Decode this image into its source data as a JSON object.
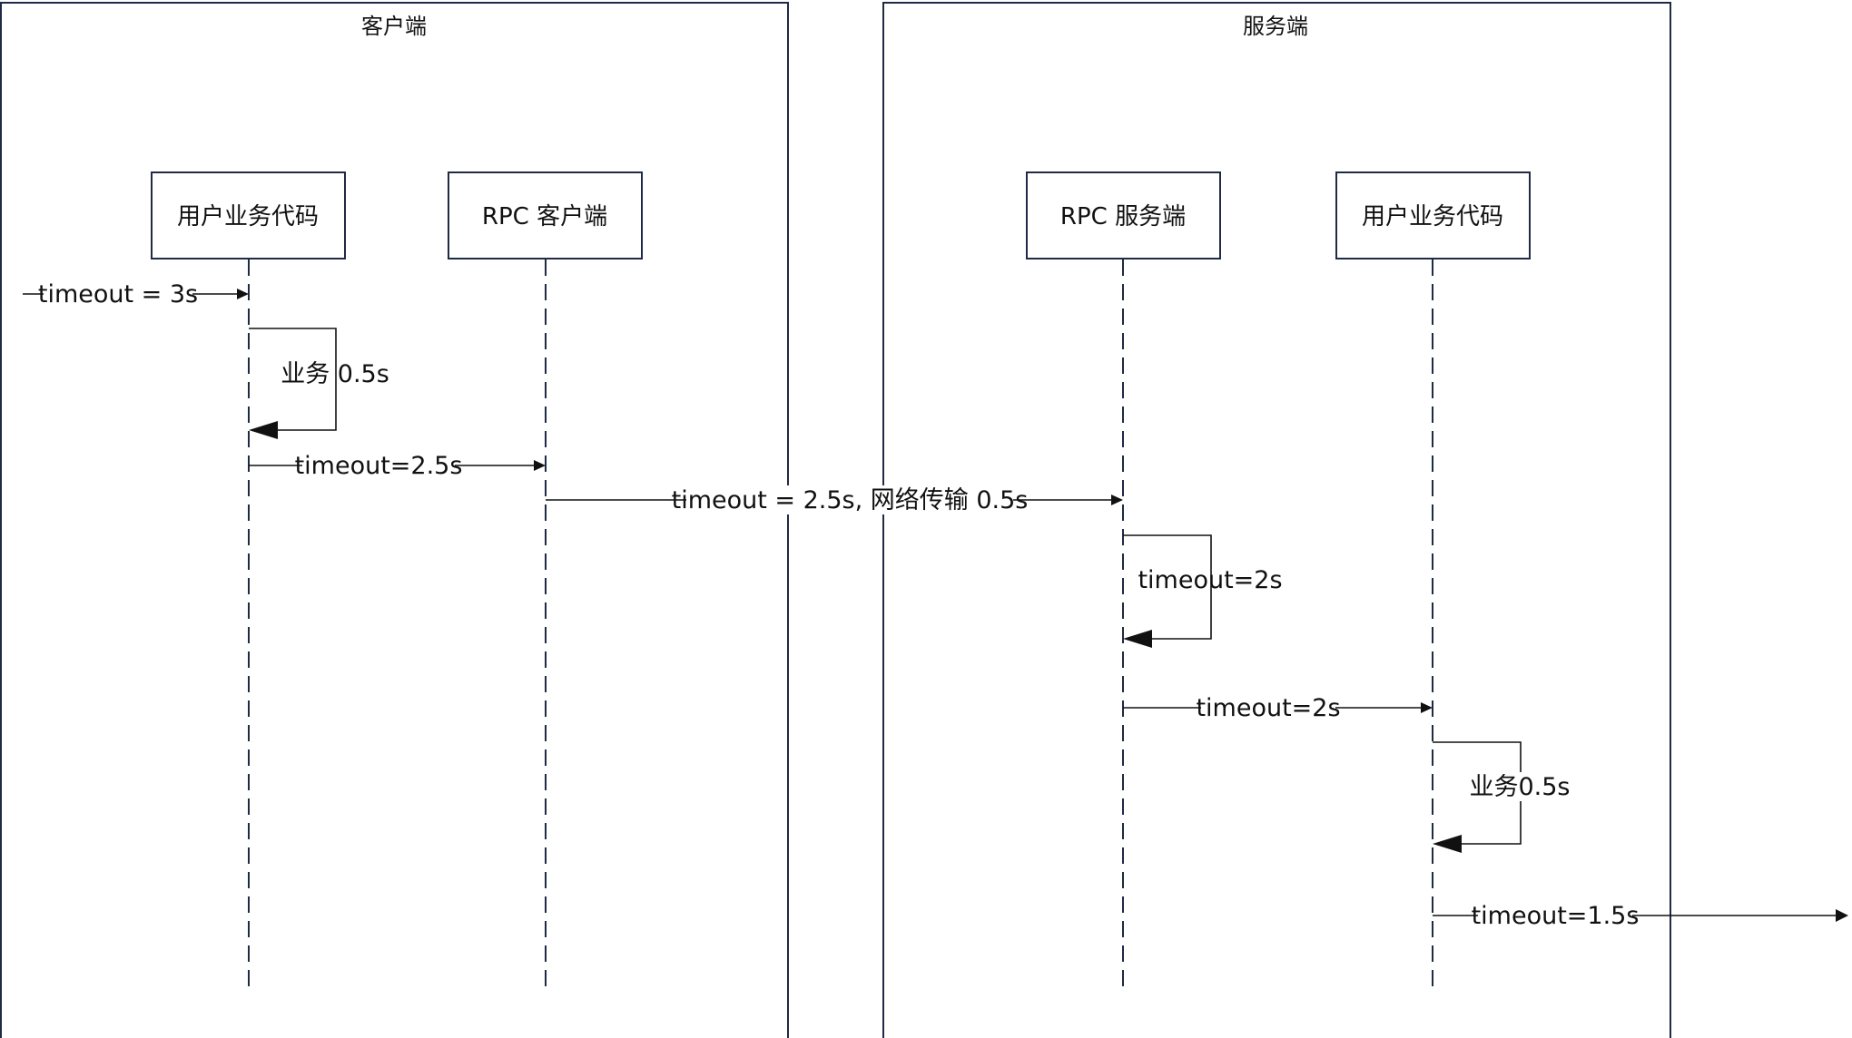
{
  "frames": {
    "client": {
      "title": "客户端"
    },
    "server": {
      "title": "服务端"
    }
  },
  "actors": {
    "client_user": {
      "label": "用户业务代码"
    },
    "client_rpc": {
      "label": "RPC 客户端"
    },
    "server_rpc": {
      "label": "RPC 服务端"
    },
    "server_user": {
      "label": "用户业务代码"
    }
  },
  "messages": {
    "incoming": {
      "label": "timeout = 3s"
    },
    "client_business": {
      "label": "业务 0.5s"
    },
    "user_to_rpc": {
      "label": "timeout=2.5s"
    },
    "network": {
      "label": "timeout = 2.5s, 网络传输 0.5s"
    },
    "server_self": {
      "label": "timeout=2s"
    },
    "rpc_to_user": {
      "label": "timeout=2s"
    },
    "server_business": {
      "label": "业务0.5s"
    },
    "outgoing": {
      "label": "timeout=1.5s"
    }
  }
}
